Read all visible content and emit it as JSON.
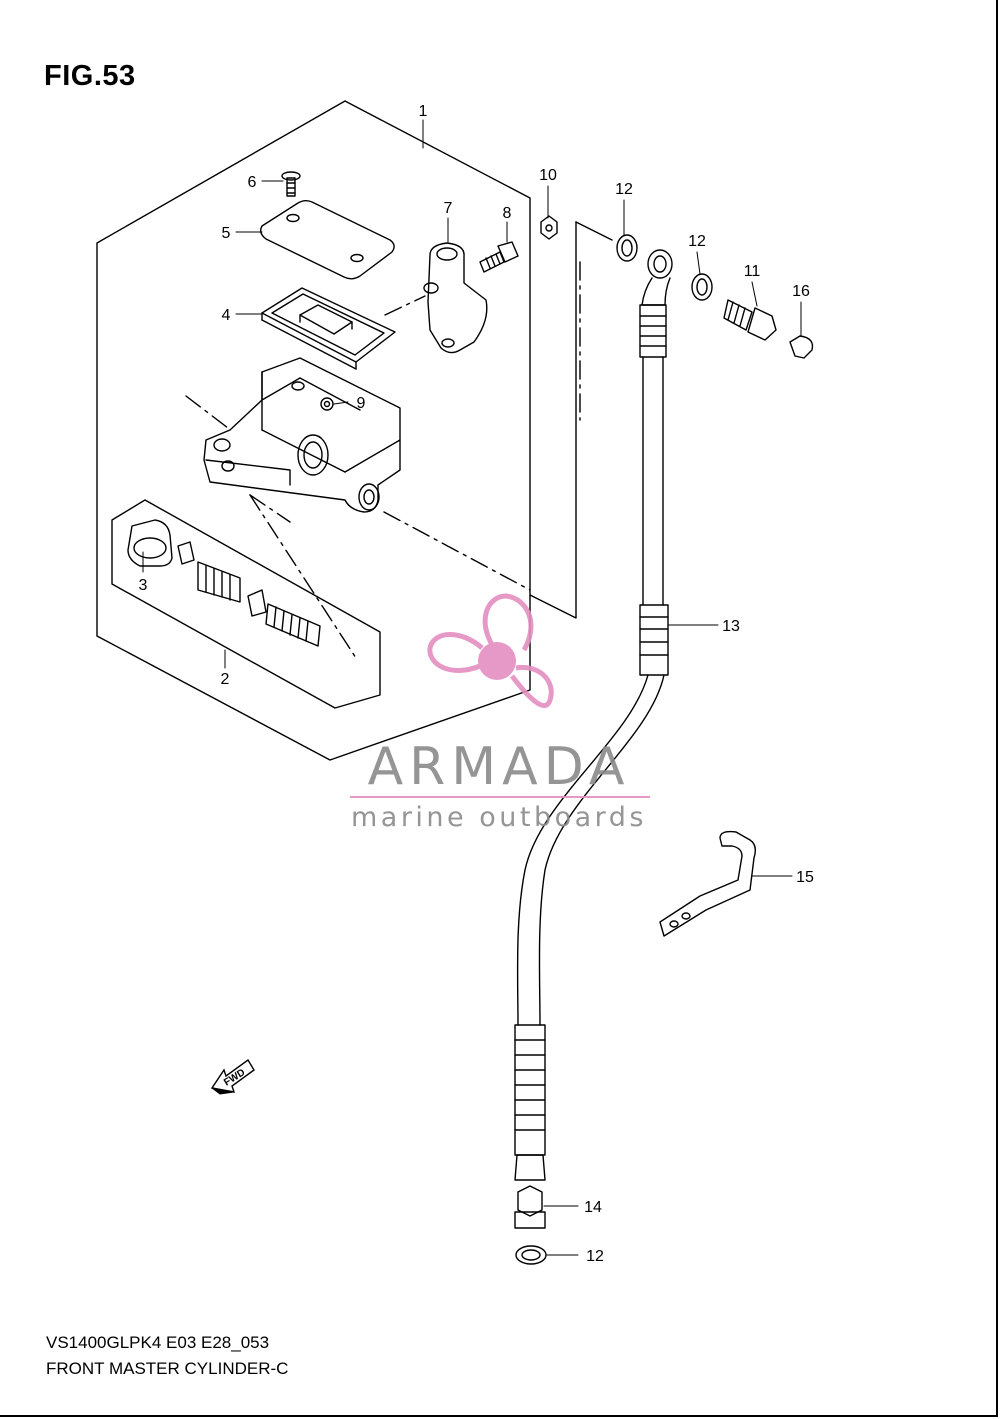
{
  "figure": {
    "title": "FIG.53",
    "model_code": "VS1400GLPK4 E03 E28_053",
    "section_name": "FRONT MASTER CYLINDER-C"
  },
  "callouts": [
    "1",
    "2",
    "3",
    "4",
    "5",
    "6",
    "7",
    "8",
    "9",
    "10",
    "11",
    "12",
    "12",
    "13",
    "14",
    "15",
    "16",
    "12"
  ],
  "fwd_label": "FWD",
  "watermark": {
    "brand": "ARMADA",
    "tagline": "marine outboards",
    "logo_color": "#e48fc0",
    "text_color": "#8a8a8a"
  }
}
